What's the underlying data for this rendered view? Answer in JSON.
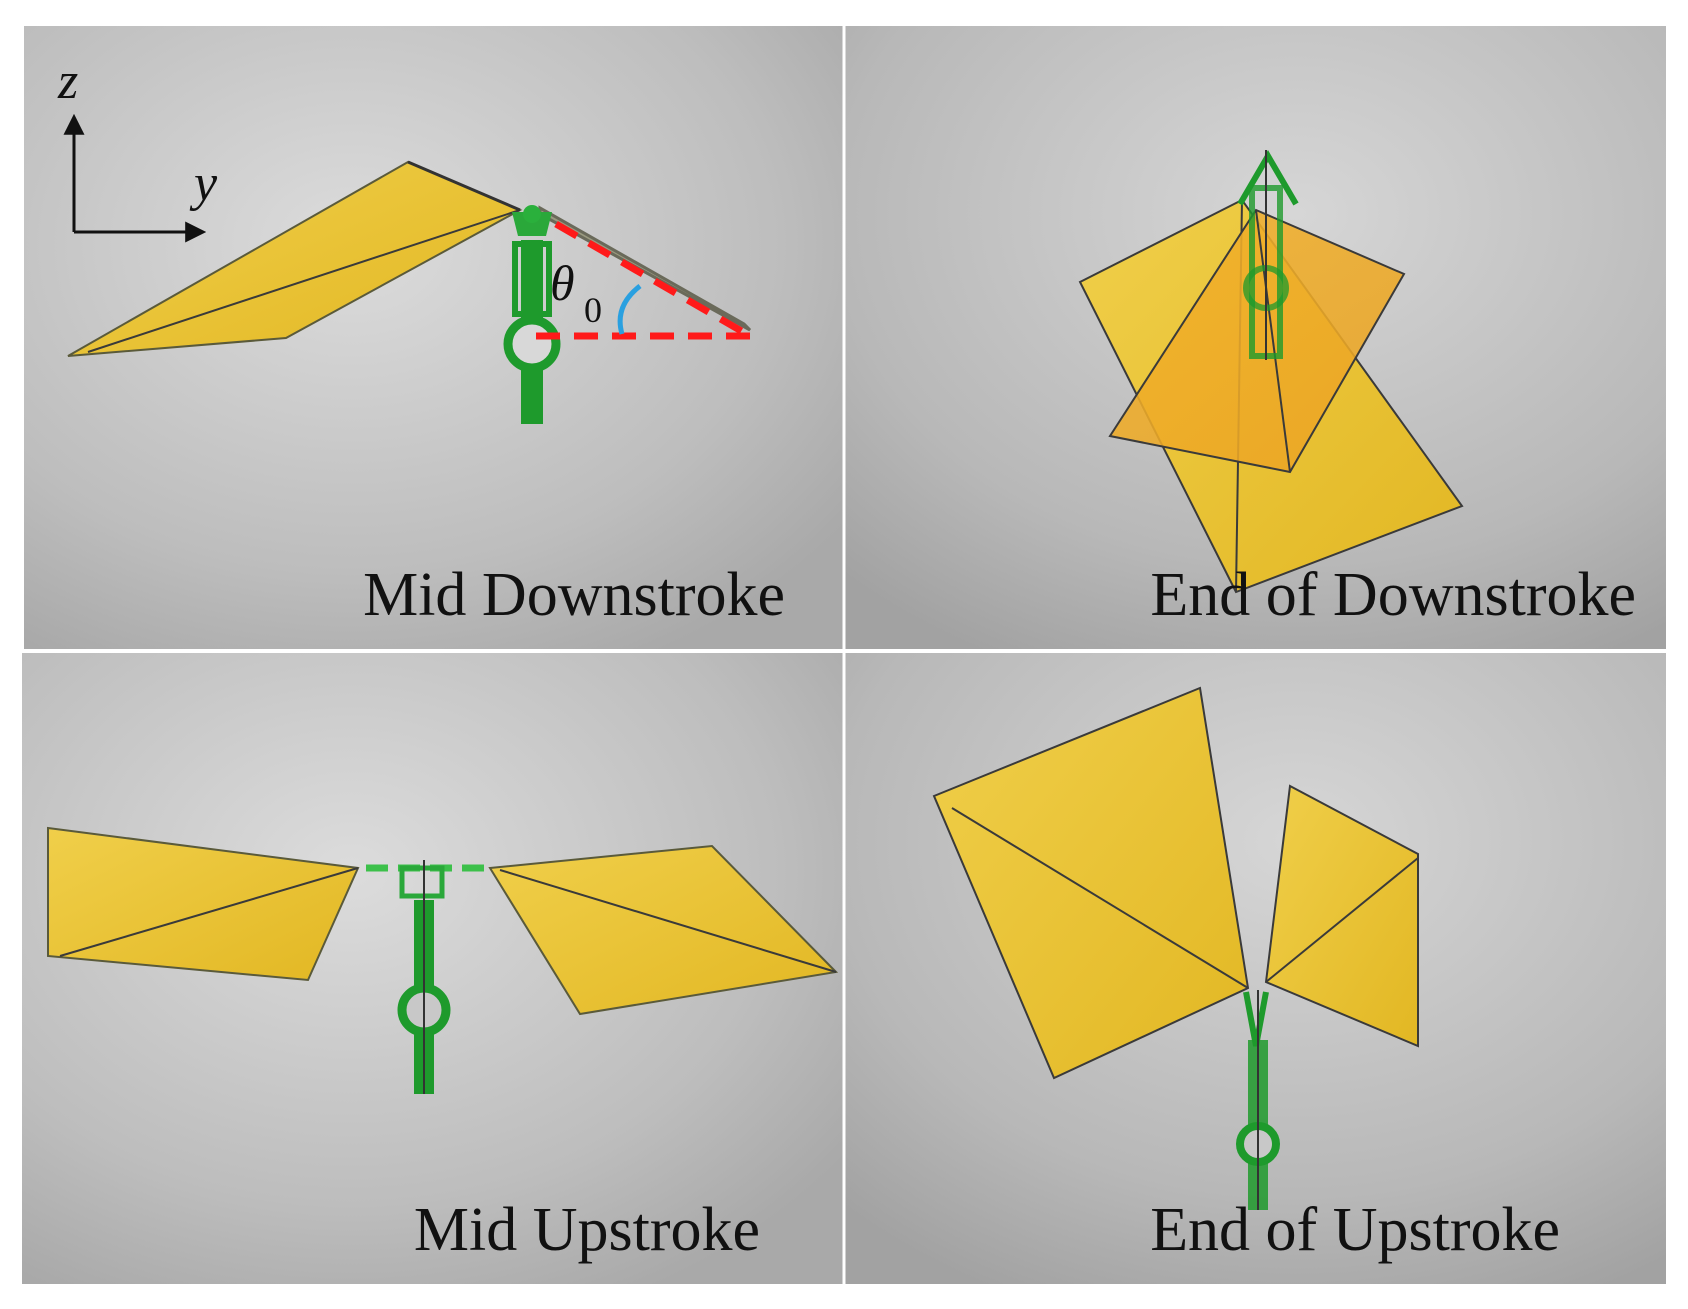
{
  "panels": {
    "mid_downstroke": {
      "label": "Mid Downstroke"
    },
    "end_downstroke": {
      "label": "End of  Downstroke"
    },
    "mid_upstroke": {
      "label": "Mid Upstroke"
    },
    "end_upstroke": {
      "label": "End of Upstroke"
    }
  },
  "axes": {
    "vertical": "z",
    "horizontal": "y"
  },
  "angle": {
    "symbol": "θ",
    "subscript": "0"
  },
  "colors": {
    "wing": "#e8c43a",
    "wing_edge": "#3a3a3a",
    "body": "#1e9a2c",
    "angle_dash": "#ff1a1a",
    "angle_arc": "#2aa0e0",
    "background": "#c8c8c8"
  }
}
